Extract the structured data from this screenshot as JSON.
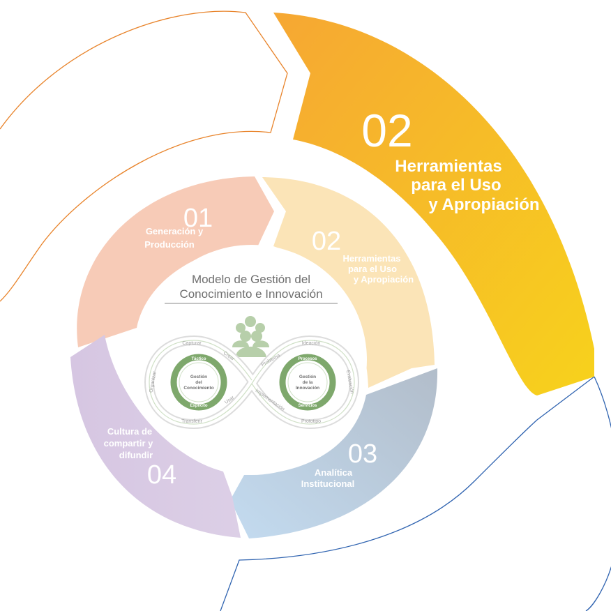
{
  "big": {
    "number": "02",
    "line1": "Herramientas",
    "line2": "para el Uso",
    "line3": "y Apropiación"
  },
  "s01": {
    "number": "01",
    "line1": "Generación y",
    "line2": "Producción"
  },
  "s02": {
    "number": "02",
    "line1": "Herramientas",
    "line2": "para el Uso",
    "line3": "y Apropiación"
  },
  "s03": {
    "number": "03",
    "line1": "Analítica",
    "line2": "Institucional"
  },
  "s04": {
    "number": "04",
    "line1": "Cultura de",
    "line2": "compartir y",
    "line3": "difundir"
  },
  "center": {
    "title1": "Modelo de Gestión del",
    "title2": "Conocimiento e Innovación",
    "left_ring": {
      "top": "Táctico",
      "l1": "Gestión",
      "l2": "del",
      "l3": "Conocimiento",
      "bottom": "Explícito"
    },
    "right_ring": {
      "top": "Procesos",
      "l1": "Gestión",
      "l2": "de la",
      "l3": "Innovación",
      "bottom": "Servicios"
    },
    "path_labels": {
      "capturar": "Capturar",
      "crear": "Crear",
      "organizar": "Organizar",
      "transferir": "Transferir",
      "usar": "Usar",
      "problema": "Problema",
      "ideacion": "Ideación",
      "evaluacion": "Evaluación",
      "prototipo": "Prototipo",
      "implementacion": "Implementación"
    }
  },
  "colors": {
    "orange_outline": "#e8832a",
    "blue_outline": "#2f63b0",
    "big_from": "#f6a733",
    "big_to": "#f7d01c",
    "s01": "#f6c9b4",
    "s02": "#fbe3b6",
    "s03_from": "#c6dcef",
    "s03_to": "#b3bfce",
    "s04": "#d3c3e0",
    "green": "#7ea86c",
    "grey_text": "#6e6e6e"
  }
}
